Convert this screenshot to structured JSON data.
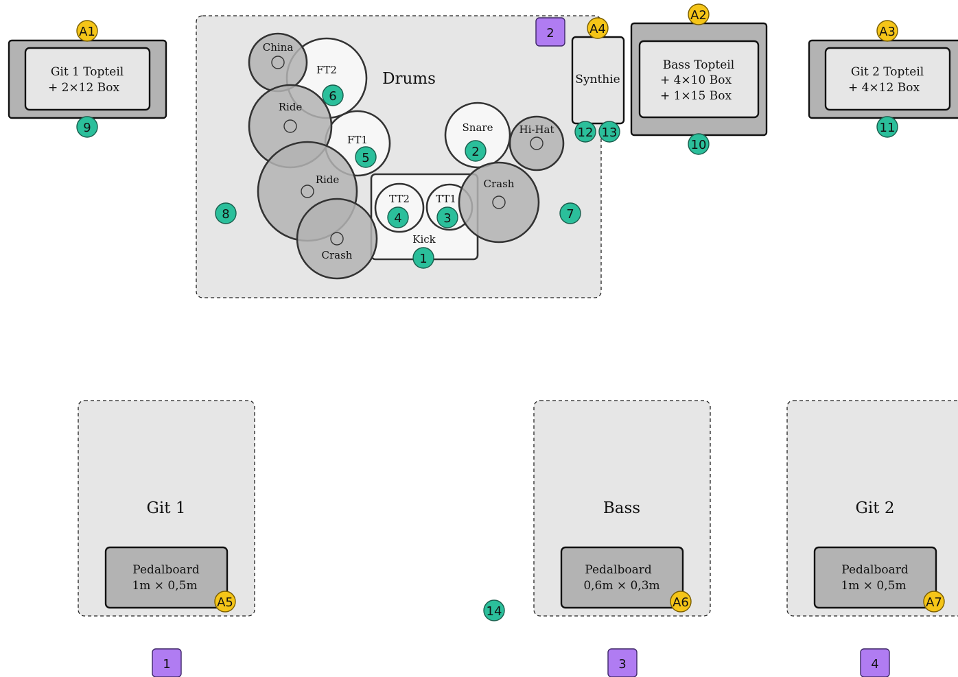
{
  "colors": {
    "area_fill": "#e6e6e6",
    "amp_outer": "#b3b3b3",
    "cymbal": "#b3b3b3",
    "drum": "#f7f7f7",
    "mic_badge": "#2bbf9b",
    "power_badge": "#f5c518",
    "monitor_badge": "#b07cf2"
  },
  "drums": {
    "title": "Drums",
    "china": "China",
    "ft2": "FT2",
    "ride_top": "Ride",
    "ft1": "FT1",
    "ride_bottom": "Ride",
    "crash_left": "Crash",
    "tt2": "TT2",
    "tt1": "TT1",
    "kick": "Kick",
    "snare": "Snare",
    "hihat": "Hi-Hat",
    "crash_right": "Crash"
  },
  "amps": {
    "git1": {
      "line1": "Git 1 Topteil",
      "line2": "+ 2×12 Box"
    },
    "bass": {
      "line1": "Bass Topteil",
      "line2": "+ 4×10 Box",
      "line3": "+ 1×15 Box"
    },
    "git2": {
      "line1": "Git 2 Topteil",
      "line2": "+ 4×12 Box"
    },
    "synth": "Synthie"
  },
  "positions": {
    "git1": {
      "title": "Git 1",
      "pedal1": "Pedalboard",
      "pedal2": "1m × 0,5m"
    },
    "bass": {
      "title": "Bass",
      "pedal1": "Pedalboard",
      "pedal2": "0,6m × 0,3m"
    },
    "git2": {
      "title": "Git 2",
      "pedal1": "Pedalboard",
      "pedal2": "1m × 0,5m"
    }
  },
  "mic_badges": {
    "m1": "1",
    "m2": "2",
    "m3": "3",
    "m4": "4",
    "m5": "5",
    "m6": "6",
    "m7": "7",
    "m8": "8",
    "m9": "9",
    "m10": "10",
    "m11": "11",
    "m12": "12",
    "m13": "13",
    "m14": "14"
  },
  "power_badges": {
    "a1": "A1",
    "a2": "A2",
    "a3": "A3",
    "a4": "A4",
    "a5": "A5",
    "a6": "A6",
    "a7": "A7"
  },
  "monitor_badges": {
    "mon1": "1",
    "mon2": "2",
    "mon3": "3",
    "mon4": "4"
  }
}
